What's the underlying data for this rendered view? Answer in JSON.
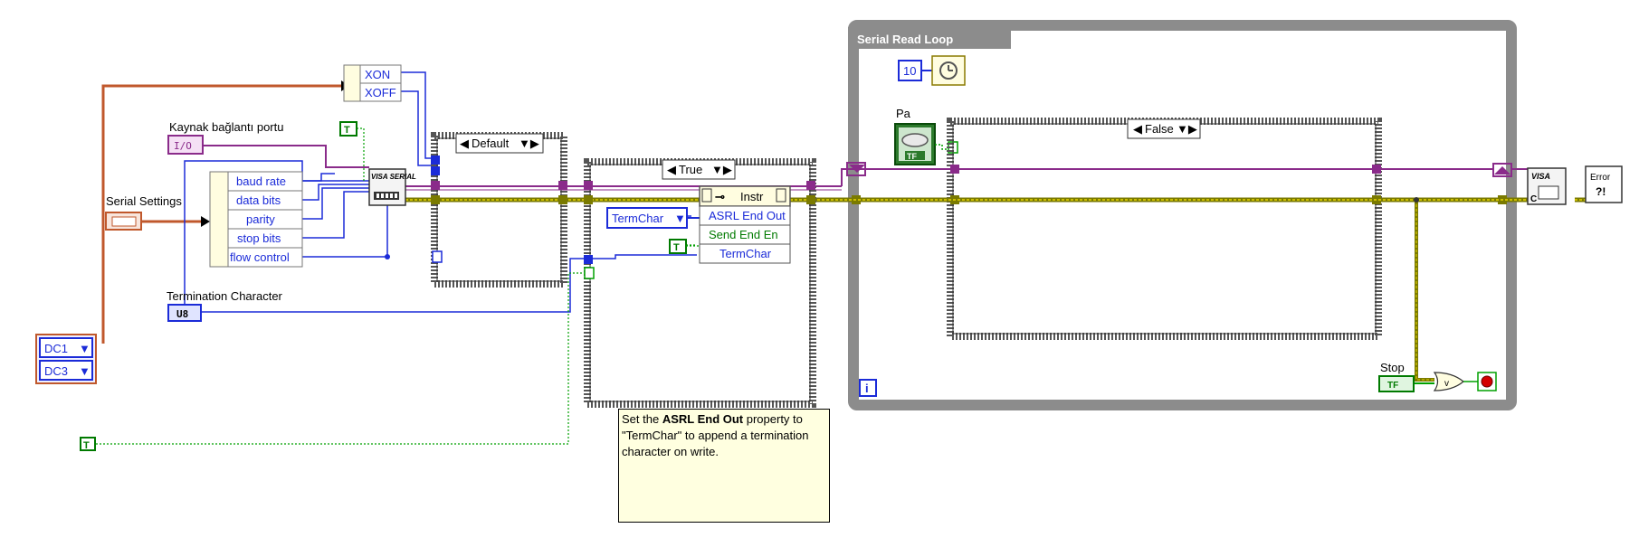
{
  "serial_read_loop": {
    "title": "Serial Read Loop",
    "wait_ms": "10",
    "case_selector": "False",
    "loop_iteration": "i",
    "stop_label": "Stop",
    "pa_label": "Pa",
    "tf_label": "TF"
  },
  "left_controls": {
    "resource_label": "Kaynak bağlantı portu",
    "resource_type": "I/O",
    "serial_settings_label": "Serial Settings",
    "termination_label": "Termination Character",
    "termination_type": "U8",
    "xon_option": "DC1",
    "xoff_option": "DC3",
    "true_const": "T"
  },
  "xon_xoff": {
    "xon": "XON",
    "xoff": "XOFF"
  },
  "unbundle": {
    "items": [
      "baud rate",
      "data bits",
      "parity",
      "stop bits",
      "flow control"
    ]
  },
  "visa_config": {
    "label": "VISA SERIAL"
  },
  "case_default": {
    "selector": "Default"
  },
  "case_true": {
    "selector": "True",
    "termchar_ring": "TermChar",
    "true_const": "T"
  },
  "property_node": {
    "class": "Instr",
    "properties": [
      "ASRL End Out",
      "Send End En",
      "TermChar"
    ]
  },
  "comment": {
    "prefix": "Set the ",
    "bold": "ASRL End Out",
    "suffix": " property to \"TermChar\" to append a termination character on write."
  },
  "visa_close": {
    "label": "VISA"
  },
  "error_handler": {
    "label": "Error ?!"
  },
  "stop_button": {
    "label": "TF"
  },
  "colors": {
    "visa_wire": "#8a2b8a",
    "error_wire": "#d7c300",
    "cluster_wire": "#c0582c",
    "numeric_wire": "#1b2bd8",
    "boolean_wire": "#00a000",
    "loop_border": "#8c8c8c"
  }
}
